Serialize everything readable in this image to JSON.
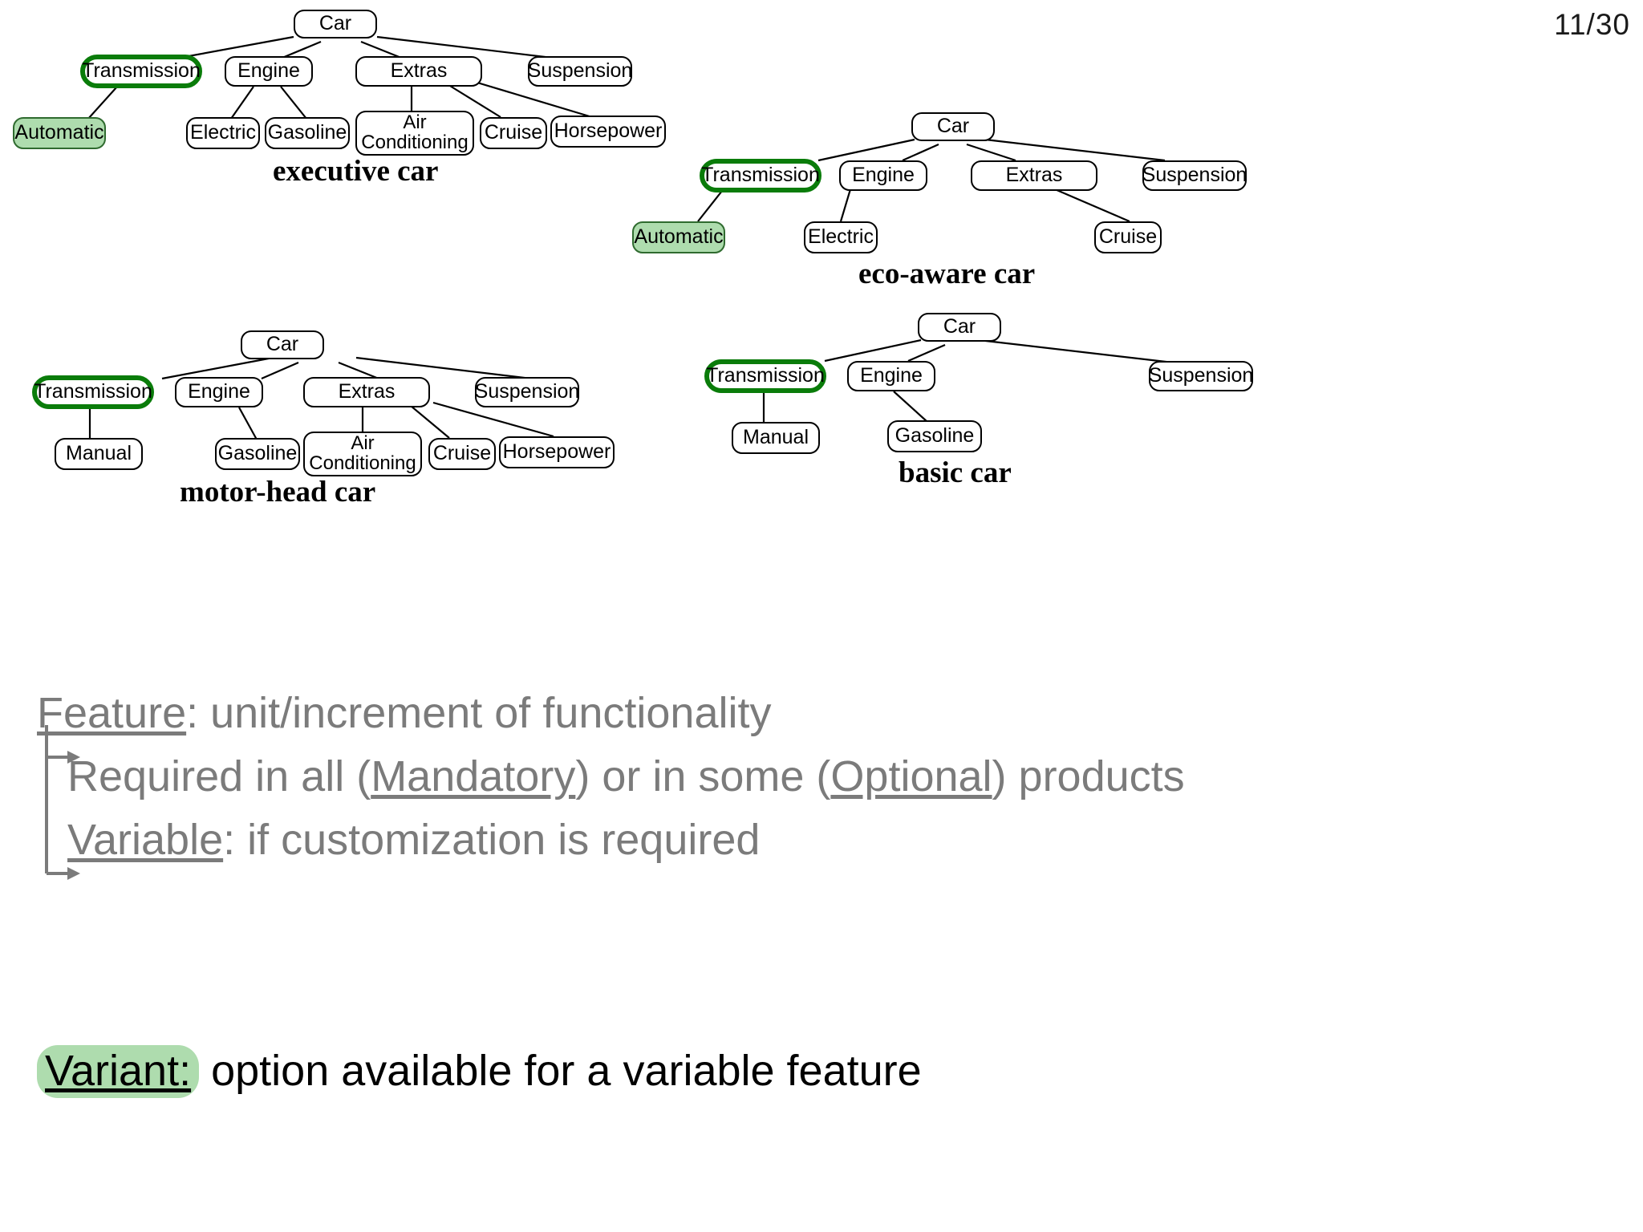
{
  "slide": {
    "page_number": "11/30",
    "background_color": "#ffffff"
  },
  "colors": {
    "selected_outline": "#0a7c0a",
    "variant_fill": "#aedcae",
    "variant_border": "#2f6b2f",
    "node_border": "#000000",
    "body_text": "#7b7b7b",
    "heading_text": "#000000"
  },
  "trees": [
    {
      "id": "executive-car",
      "label": "executive car",
      "nodes": [
        {
          "id": "car",
          "text": "Car",
          "state": "plain"
        },
        {
          "id": "trans",
          "text": "Transmission",
          "state": "selected"
        },
        {
          "id": "engine",
          "text": "Engine",
          "state": "plain"
        },
        {
          "id": "extras",
          "text": "Extras",
          "state": "plain"
        },
        {
          "id": "susp",
          "text": "Suspension",
          "state": "plain"
        },
        {
          "id": "automatic",
          "text": "Automatic",
          "state": "variant"
        },
        {
          "id": "electric",
          "text": "Electric",
          "state": "plain"
        },
        {
          "id": "gasoline",
          "text": "Gasoline",
          "state": "plain"
        },
        {
          "id": "aircon",
          "text": "Air\nConditioning",
          "state": "plain"
        },
        {
          "id": "cruise",
          "text": "Cruise",
          "state": "plain"
        },
        {
          "id": "horsepower",
          "text": "Horsepower",
          "state": "plain"
        }
      ]
    },
    {
      "id": "eco-aware-car",
      "label": "eco-aware car",
      "nodes": [
        {
          "id": "car",
          "text": "Car",
          "state": "plain"
        },
        {
          "id": "trans",
          "text": "Transmission",
          "state": "selected"
        },
        {
          "id": "engine",
          "text": "Engine",
          "state": "plain"
        },
        {
          "id": "extras",
          "text": "Extras",
          "state": "plain"
        },
        {
          "id": "susp",
          "text": "Suspension",
          "state": "plain"
        },
        {
          "id": "automatic",
          "text": "Automatic",
          "state": "variant"
        },
        {
          "id": "electric",
          "text": "Electric",
          "state": "plain"
        },
        {
          "id": "cruise",
          "text": "Cruise",
          "state": "plain"
        }
      ]
    },
    {
      "id": "motor-head-car",
      "label": "motor-head car",
      "nodes": [
        {
          "id": "car",
          "text": "Car",
          "state": "plain"
        },
        {
          "id": "trans",
          "text": "Transmission",
          "state": "selected"
        },
        {
          "id": "engine",
          "text": "Engine",
          "state": "plain"
        },
        {
          "id": "extras",
          "text": "Extras",
          "state": "plain"
        },
        {
          "id": "susp",
          "text": "Suspension",
          "state": "plain"
        },
        {
          "id": "manual",
          "text": "Manual",
          "state": "plain"
        },
        {
          "id": "gasoline",
          "text": "Gasoline",
          "state": "plain"
        },
        {
          "id": "aircon",
          "text": "Air\nConditioning",
          "state": "plain"
        },
        {
          "id": "cruise",
          "text": "Cruise",
          "state": "plain"
        },
        {
          "id": "horsepower",
          "text": "Horsepower",
          "state": "plain"
        }
      ]
    },
    {
      "id": "basic-car",
      "label": "basic car",
      "nodes": [
        {
          "id": "car",
          "text": "Car",
          "state": "plain"
        },
        {
          "id": "trans",
          "text": "Transmission",
          "state": "selected"
        },
        {
          "id": "engine",
          "text": "Engine",
          "state": "plain"
        },
        {
          "id": "susp",
          "text": "Suspension",
          "state": "plain"
        },
        {
          "id": "manual",
          "text": "Manual",
          "state": "plain"
        },
        {
          "id": "gasoline",
          "text": "Gasoline",
          "state": "plain"
        }
      ]
    }
  ],
  "body": {
    "feature_term": "Feature",
    "feature_rest": ": unit/increment of functionality",
    "line2_a": "Required in all (",
    "line2_mandatory": "Mandatory",
    "line2_b": ")  or in some (",
    "line2_optional": "Optional",
    "line2_c": ") products",
    "variable_term": "Variable",
    "variable_rest": ": if customization is required"
  },
  "definition": {
    "term": "Variant:",
    "rest": " option available for a variable feature"
  }
}
